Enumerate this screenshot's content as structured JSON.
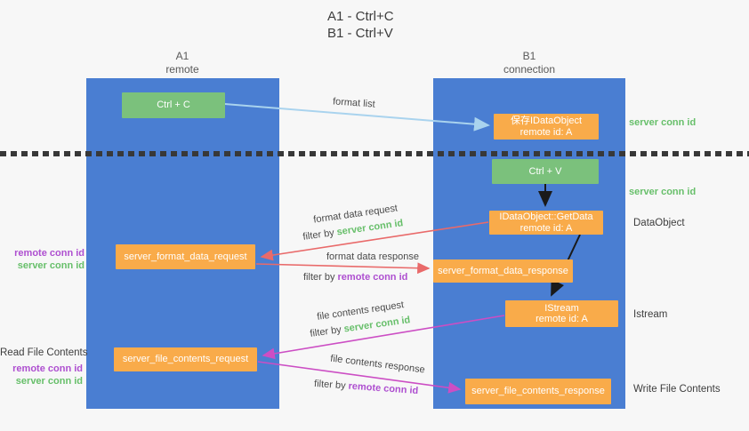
{
  "title": {
    "line1": "A1 - Ctrl+C",
    "line2": "B1 - Ctrl+V"
  },
  "columns": {
    "left": {
      "name": "A1",
      "subtitle": "remote"
    },
    "right": {
      "name": "B1",
      "subtitle": "connection"
    }
  },
  "nodes": {
    "ctrl_c": {
      "label": "Ctrl + C"
    },
    "save_idataobject": {
      "line1": "保存IDataObject",
      "line2": "remote id: A"
    },
    "ctrl_v": {
      "label": "Ctrl + V"
    },
    "getdata": {
      "line1": "IDataObject::GetData",
      "line2": "remote id: A"
    },
    "format_request": {
      "label": "server_format_data_request"
    },
    "format_response": {
      "label": "server_format_data_response"
    },
    "istream": {
      "line1": "IStream",
      "line2": "remote id: A"
    },
    "file_request": {
      "label": "server_file_contents_request"
    },
    "file_response": {
      "label": "server_file_contents_response"
    }
  },
  "arrows": {
    "format_list": {
      "label": "format list"
    },
    "format_data_request": {
      "label": "format data request",
      "filter_prefix": "filter by ",
      "filter_key": "server conn id"
    },
    "format_data_response": {
      "label": "format data response",
      "filter_prefix": "filter by ",
      "filter_key": "remote conn id"
    },
    "file_contents_request": {
      "label": "file contents request",
      "filter_prefix": "filter by ",
      "filter_key": "server conn id"
    },
    "file_contents_response": {
      "label": "file contents response",
      "filter_prefix": "filter by ",
      "filter_key": "remote conn id"
    }
  },
  "side_labels": {
    "right_server_conn_id_1": "server conn id",
    "right_server_conn_id_2": "server conn id",
    "right_dataobject": "DataObject",
    "right_istream": "Istream",
    "right_write_file_contents": "Write File Contents",
    "left_remote_conn_id_1": "remote conn id",
    "left_server_conn_id_1": "server conn id",
    "left_read_file_contents": "Read File Contents",
    "left_remote_conn_id_2": "remote conn id",
    "left_server_conn_id_2": "server conn id"
  },
  "colors": {
    "column_blue": "#4a7ed2",
    "box_green": "#7bc17c",
    "box_orange": "#f9ab4a",
    "text_green": "#67bf6a",
    "text_purple": "#ae4fd0",
    "arrow_red": "#e96a6a",
    "arrow_magenta": "#cc4ec4",
    "arrow_lightblue": "#a9d3ee",
    "arrow_black": "#1a1a1a"
  }
}
